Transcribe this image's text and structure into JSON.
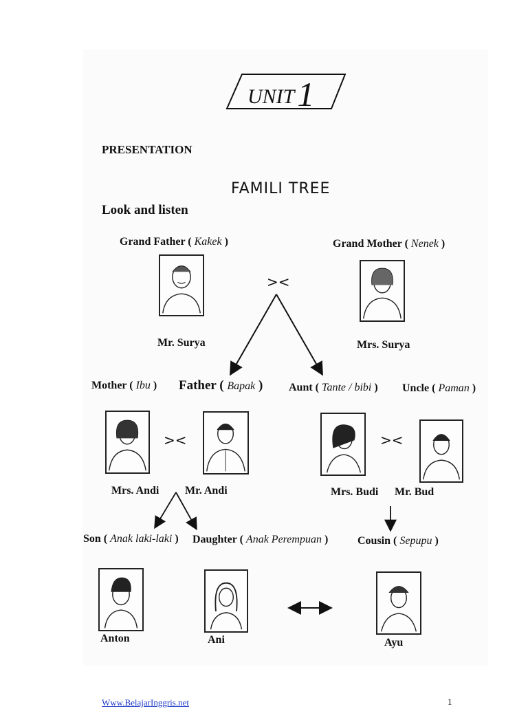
{
  "unit": {
    "word": "UNIT",
    "number": "1"
  },
  "section": "PRESENTATION",
  "tree_title": "FAMILI TREE",
  "instruction": "Look and listen",
  "grandparents": {
    "grandfather": {
      "label": "Grand Father (",
      "translation": "Kakek",
      "close": ")",
      "name": "Mr. Surya"
    },
    "grandmother": {
      "label": "Grand Mother (",
      "translation": "Nenek",
      "close": ")",
      "name": "Mrs. Surya"
    },
    "marriage_symbol": "><"
  },
  "parents": {
    "mother": {
      "label": "Mother (",
      "translation": "Ibu",
      "close": ")",
      "name": "Mrs. Andi"
    },
    "father": {
      "label": "Father (",
      "translation": "Bapak",
      "close": ")",
      "name": "Mr. Andi"
    },
    "aunt": {
      "label": "Aunt (",
      "translation": "Tante / bibi",
      "close": ")",
      "name": "Mrs. Budi"
    },
    "uncle": {
      "label": "Uncle (",
      "translation": "Paman",
      "close": ")",
      "name": "Mr. Bud"
    },
    "marriage_symbol": "><"
  },
  "children": {
    "son": {
      "label": "Son (",
      "translation": "Anak laki-laki",
      "close": ")",
      "name": "Anton"
    },
    "daughter": {
      "label": "Daughter (",
      "translation": "Anak Perempuan",
      "close": ")",
      "name": "Ani"
    },
    "cousin": {
      "label": "Cousin (",
      "translation": "Sepupu",
      "close": ")",
      "name": "Ayu"
    }
  },
  "footer": {
    "link": "Www.BelajarInggris.net",
    "page": "1"
  }
}
